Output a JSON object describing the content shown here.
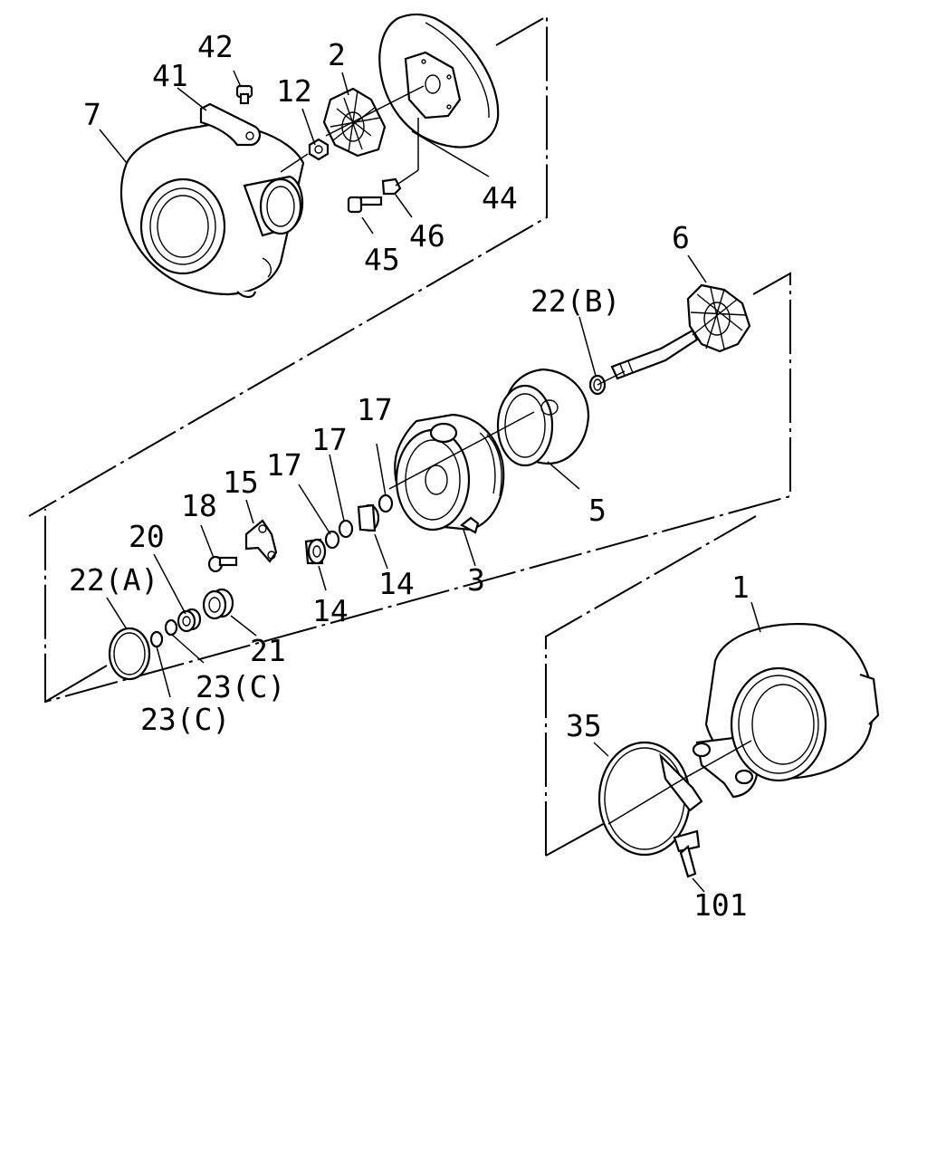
{
  "callouts": {
    "c1": "1",
    "c2": "2",
    "c3": "3",
    "c5": "5",
    "c6": "6",
    "c7": "7",
    "c12": "12",
    "c14a": "14",
    "c14b": "14",
    "c15": "15",
    "c17a": "17",
    "c17b": "17",
    "c17c": "17",
    "c18": "18",
    "c20": "20",
    "c21": "21",
    "c22a": "22(A)",
    "c22b": "22(B)",
    "c23a": "23(C)",
    "c23b": "23(C)",
    "c35": "35",
    "c41": "41",
    "c42": "42",
    "c44": "44",
    "c45": "45",
    "c46": "46",
    "c101": "101"
  }
}
